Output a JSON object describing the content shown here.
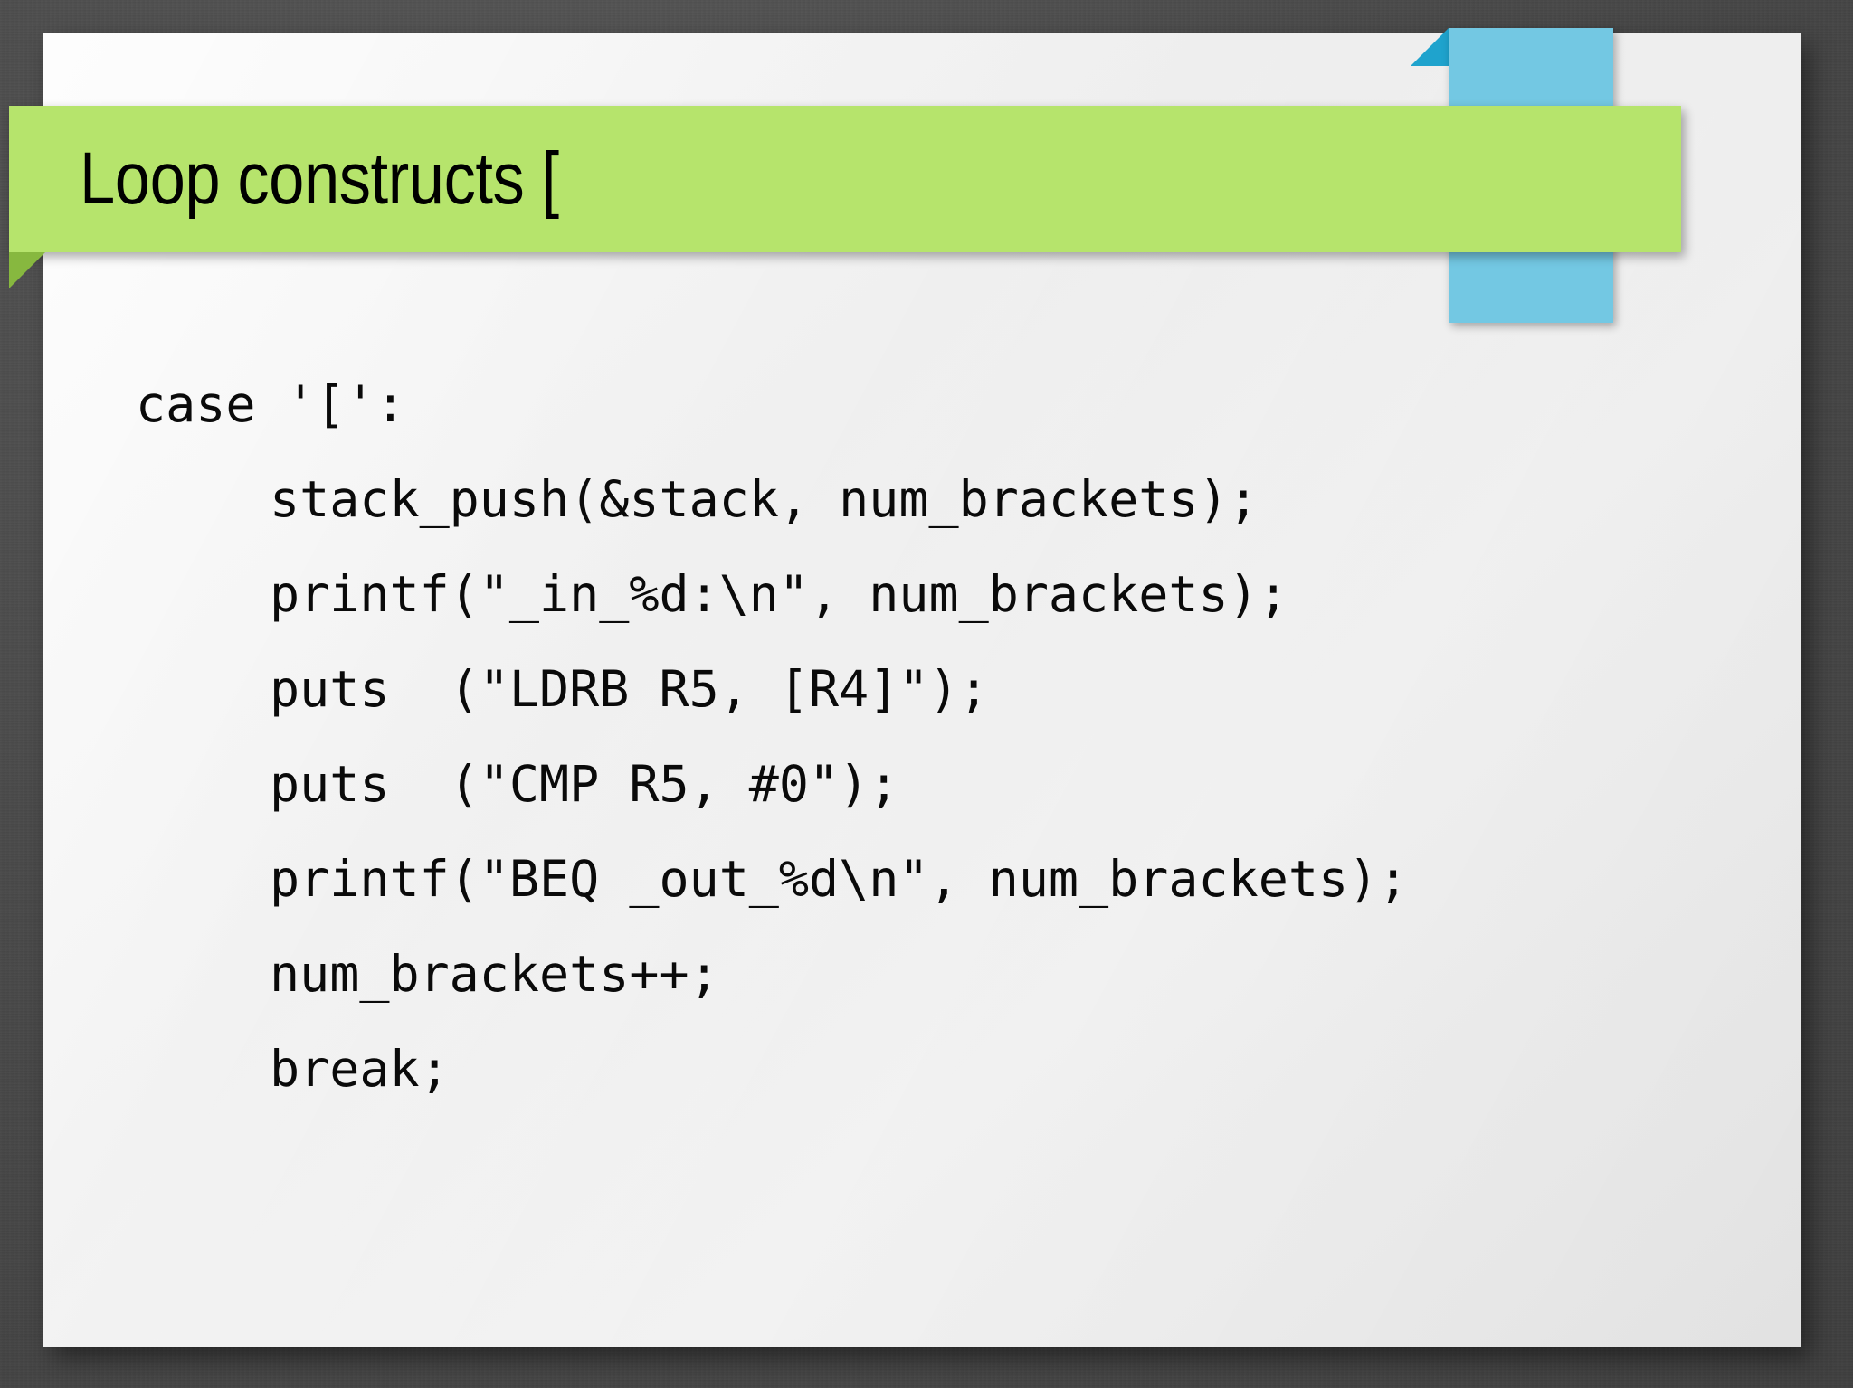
{
  "slide": {
    "title": "Loop constructs [",
    "title_text": "Loop constructs ",
    "title_bracket": "[",
    "colors": {
      "backdrop": "#4a4a4a",
      "card": "#f0f0f0",
      "banner_green": "#b6e46c",
      "banner_green_fold": "#87b83f",
      "tab_blue": "#73c8e3",
      "tab_blue_fold": "#1fa3cd",
      "text": "#000000"
    }
  },
  "code": {
    "language": "c",
    "lines": [
      {
        "text": "case '[':",
        "indent": false
      },
      {
        "text": "stack_push(&stack, num_brackets);",
        "indent": true
      },
      {
        "text": "printf(\"_in_%d:\\n\", num_brackets);",
        "indent": true
      },
      {
        "text": "puts  (\"LDRB R5, [R4]\");",
        "indent": true
      },
      {
        "text": "puts  (\"CMP R5, #0\");",
        "indent": true
      },
      {
        "text": "printf(\"BEQ _out_%d\\n\", num_brackets);",
        "indent": true
      },
      {
        "text": "num_brackets++;",
        "indent": true
      },
      {
        "text": "break;",
        "indent": true
      }
    ]
  }
}
